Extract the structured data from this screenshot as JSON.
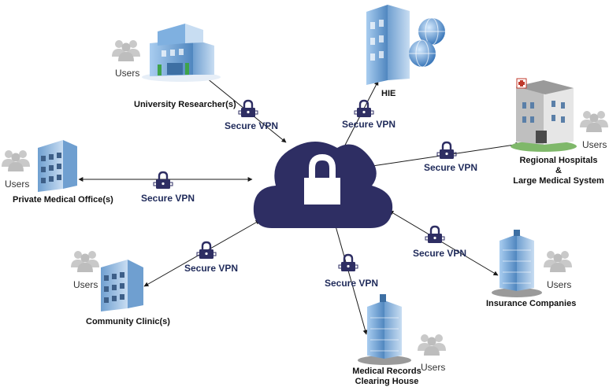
{
  "colors": {
    "cloud": "#2e2e63",
    "lock_body": "#ffffff",
    "connector": "#1a1a1a",
    "users_icon": "#c9c9c9",
    "building_blue": "#7fb0e0",
    "building_dark": "#3d6fa3"
  },
  "icons": {
    "center": "cloud-lock-icon",
    "padlock": "padlock-icon",
    "users": "users-group-icon",
    "building": "building-icon",
    "globe": "globe-icon"
  },
  "nodes": {
    "university": {
      "label": "University Researcher(s)",
      "users": "Users",
      "vpn": "Secure VPN"
    },
    "hie": {
      "label": "HIE",
      "vpn": "Secure VPN"
    },
    "hospitals": {
      "label_line1": "Regional Hospitals",
      "label_line2": "&",
      "label_line3": "Large Medical System",
      "users": "Users",
      "vpn": "Secure VPN"
    },
    "private_office": {
      "label": "Private Medical Office(s)",
      "users": "Users",
      "vpn": "Secure VPN"
    },
    "community": {
      "label": "Community Clinic(s)",
      "users": "Users",
      "vpn": "Secure VPN"
    },
    "medical_records": {
      "label_line1": "Medical Records",
      "label_line2": "Clearing House",
      "users": "Users",
      "vpn": "Secure VPN"
    },
    "insurance": {
      "label": "Insurance Companies",
      "users": "Users",
      "vpn": "Secure VPN"
    }
  }
}
